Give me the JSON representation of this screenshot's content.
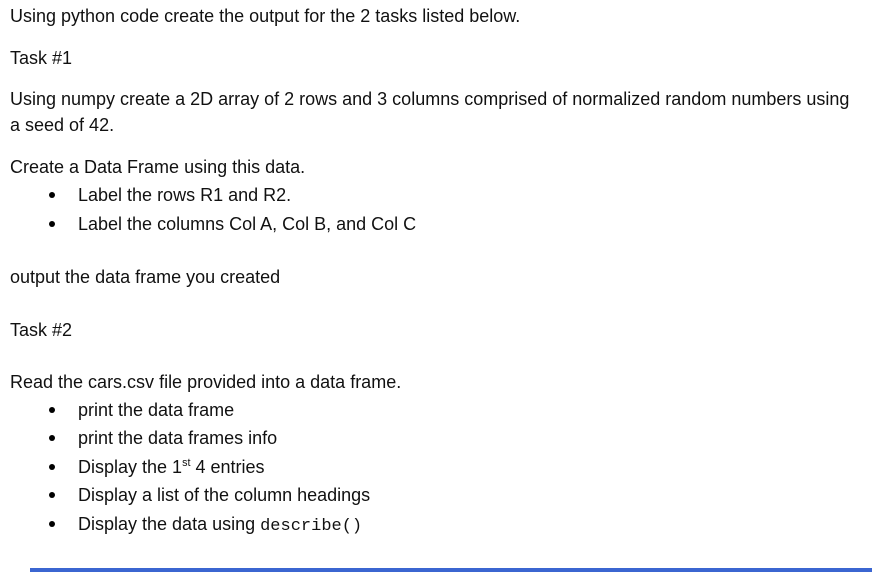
{
  "document": {
    "intro": "Using python code create the output for the 2 tasks listed below.",
    "task1": {
      "heading": "Task #1",
      "array_instruction": "Using numpy create a 2D array of 2 rows and 3 columns comprised of normalized random numbers using a seed of 42.",
      "dataframe_instruction": "Create a Data Frame using this data.",
      "bullets": [
        "Label the rows R1 and R2.",
        "Label the columns Col A, Col B, and Col C"
      ],
      "output_note": "output the data frame you created"
    },
    "task2": {
      "heading": "Task #2",
      "read_instruction": "Read the cars.csv file provided into a data frame.",
      "bullets": [
        "print the data frame",
        "print the data frames info",
        {
          "prefix": "Display the 1",
          "superscript": "st",
          "suffix": " 4 entries"
        },
        "Display a list of the column headings",
        {
          "prefix": "Display the data using ",
          "code": "describe()"
        }
      ]
    },
    "bottom_rule_color": "#3b66d1"
  }
}
